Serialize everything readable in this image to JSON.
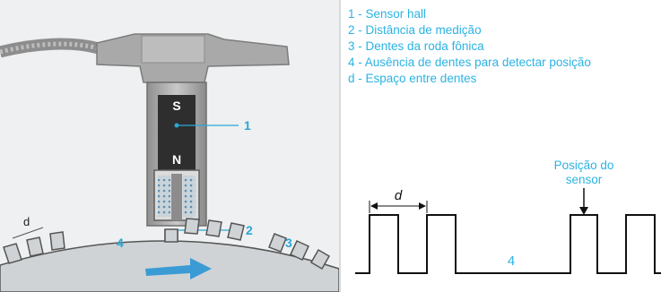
{
  "legend": [
    "1 - Sensor hall",
    "2 - Distância de medição",
    "3 - Dentes da roda fônica",
    "4 - Ausência de dentes para detectar posição",
    "d - Espaço entre dentes"
  ],
  "sensor": {
    "pole_south": "S",
    "pole_north": "N"
  },
  "callouts": {
    "one": "1",
    "two": "2",
    "three": "3",
    "four_left": "4",
    "d_left": "d"
  },
  "signal": {
    "position_label_line1": "Posição do",
    "position_label_line2": "sensor",
    "d_label": "d",
    "gap_label": "4"
  },
  "colors": {
    "left_panel_bg": "#eef0f1",
    "accent": "#2bb3e3",
    "arrow_blue": "#3a9bd5",
    "sensor_gray": "#9a9a9a",
    "signal_line": "#111111"
  }
}
